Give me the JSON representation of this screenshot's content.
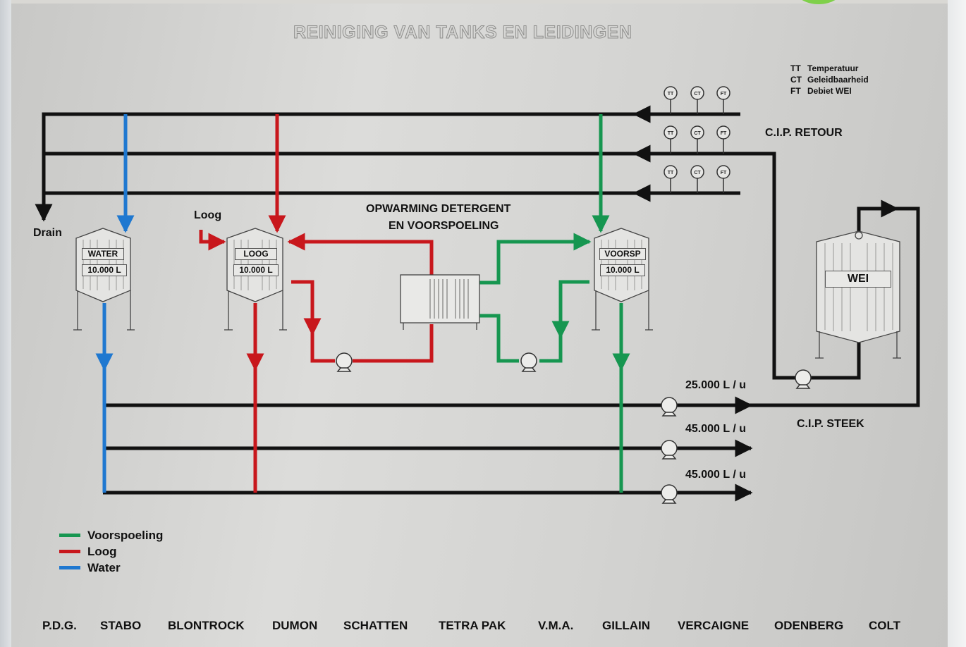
{
  "title": "REINIGING VAN TANKS EN LEIDINGEN",
  "key": [
    {
      "abbr": "TT",
      "text": "Temperatuur"
    },
    {
      "abbr": "CT",
      "text": "Geleidbaarheid"
    },
    {
      "abbr": "FT",
      "text": "Debiet WEI"
    }
  ],
  "instruments": [
    "TT",
    "CT",
    "FT"
  ],
  "labels": {
    "cip_retour": "C.I.P.  RETOUR",
    "cip_steek": "C.I.P.  STEEK",
    "drain": "Drain",
    "loog_in": "Loog",
    "heating_line1": "OPWARMING DETERGENT",
    "heating_line2": "EN VOORSPOELING"
  },
  "tanks": {
    "water": {
      "name": "WATER",
      "volume": "10.000 L"
    },
    "loog": {
      "name": "LOOG",
      "volume": "10.000 L"
    },
    "voorsp": {
      "name": "VOORSP",
      "volume": "10.000 L"
    },
    "wei": {
      "name": "WEI"
    }
  },
  "flows": [
    "25.000  L / u",
    "45.000  L / u",
    "45.000  L / u"
  ],
  "legend": [
    {
      "label": "Voorspoeling",
      "color": "#169650"
    },
    {
      "label": "Loog",
      "color": "#c8171c"
    },
    {
      "label": "Water",
      "color": "#1f78d0"
    }
  ],
  "colors": {
    "pipe": "#111111",
    "green": "#169650",
    "red": "#c8171c",
    "blue": "#1f78d0"
  },
  "companies": [
    "P.D.G.",
    "STABO",
    "BLONTROCK",
    "DUMON",
    "SCHATTEN",
    "TETRA PAK",
    "V.M.A.",
    "GILLAIN",
    "VERCAIGNE",
    "ODENBERG",
    "COLT"
  ]
}
